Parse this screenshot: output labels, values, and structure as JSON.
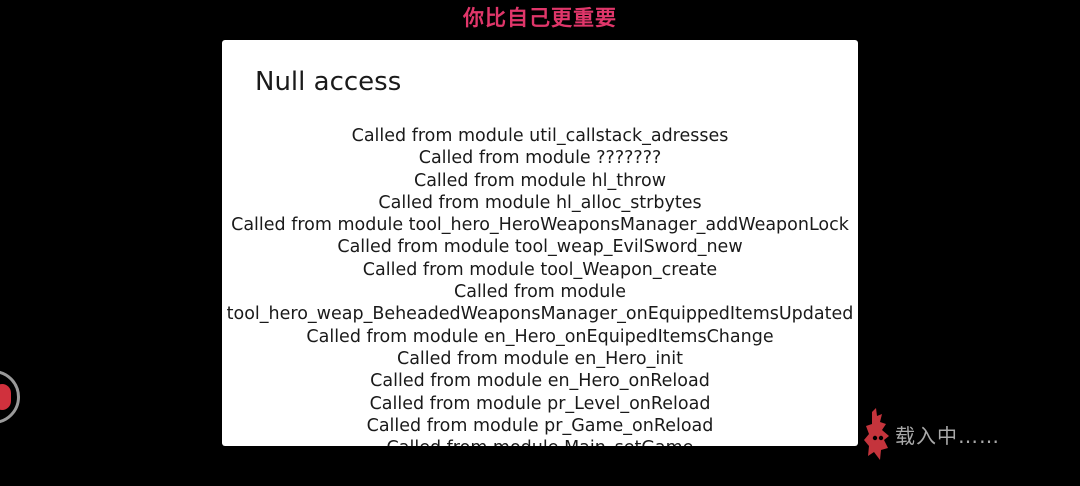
{
  "banner": {
    "text": "你比自己更重要",
    "color": "#e0366a"
  },
  "dialog": {
    "title": "Null access",
    "lines": [
      "Called from module util_callstack_adresses",
      "Called from module ???????",
      "Called from module hl_throw",
      "Called from module hl_alloc_strbytes",
      "Called from module tool_hero_HeroWeaponsManager_addWeaponLock",
      "Called from module tool_weap_EvilSword_new",
      "Called from module tool_Weapon_create",
      "Called from module",
      "tool_hero_weap_BeheadedWeaponsManager_onEquippedItemsUpdated",
      "Called from module en_Hero_onEquipedItemsChange",
      "Called from module en_Hero_init",
      "Called from module en_Hero_onReload",
      "Called from module pr_Level_onReload",
      "Called from module pr_Game_onReload",
      "Called from module Main_setGame"
    ]
  },
  "loading": {
    "text": "载入中……",
    "icon": "dead-cells-logo-icon",
    "color": "#c4343c"
  },
  "side_button": {
    "icon": "floating-assistant-icon"
  }
}
